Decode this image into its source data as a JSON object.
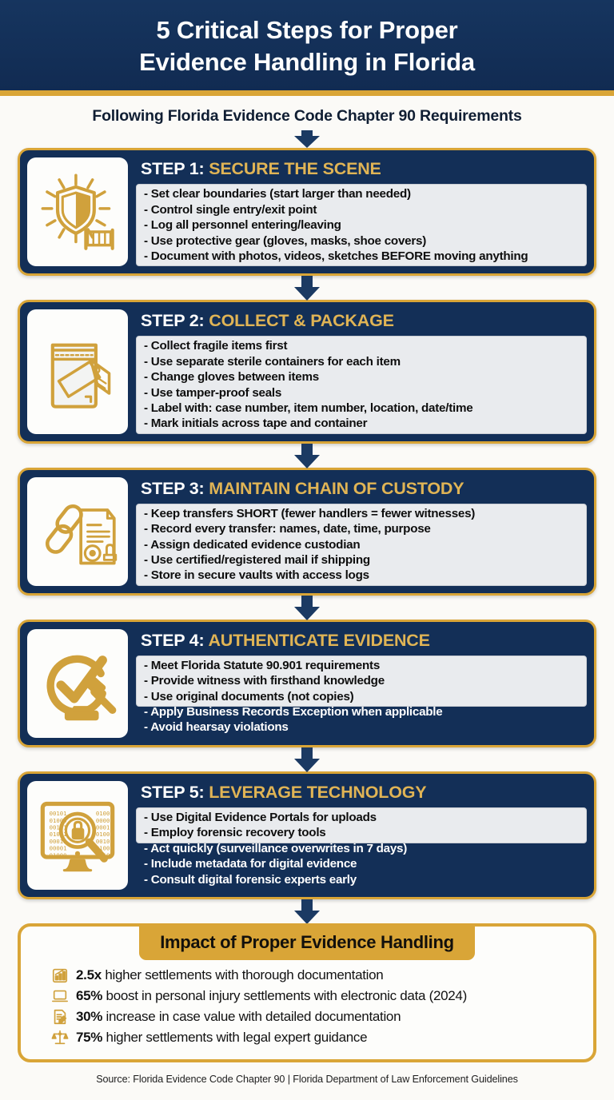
{
  "header": {
    "title_line1": "5 Critical Steps for Proper",
    "title_line2": "Evidence Handling in Florida",
    "subtitle": "Following Florida Evidence Code Chapter 90 Requirements",
    "navy": "#132f57",
    "gold": "#d9a537"
  },
  "steps": [
    {
      "label": "STEP 1:",
      "name": "SECURE THE SCENE",
      "icon": "shield-rays-barrier-icon",
      "panel_bullets": 5,
      "bullets": [
        "- Set clear boundaries (start larger than needed)",
        "- Control single entry/exit point",
        "- Log all personnel entering/leaving",
        "- Use protective gear (gloves, masks, shoe covers)",
        "- Document with photos, videos, sketches BEFORE moving anything"
      ]
    },
    {
      "label": "STEP 2:",
      "name": "COLLECT & PACKAGE",
      "icon": "evidence-bag-tag-icon",
      "panel_bullets": 6,
      "bullets": [
        "- Collect fragile items first",
        "- Use separate sterile containers for each item",
        "- Change gloves between items",
        "- Use tamper-proof seals",
        "- Label with: case number, item number, location, date/time",
        "- Mark initials across tape and container"
      ]
    },
    {
      "label": "STEP 3:",
      "name": "MAINTAIN CHAIN OF CUSTODY",
      "icon": "chain-document-stamp-icon",
      "panel_bullets": 5,
      "bullets": [
        "- Keep transfers SHORT (fewer handlers = fewer witnesses)",
        "- Record every transfer: names, date, time, purpose",
        "- Assign dedicated evidence custodian",
        "- Use certified/registered mail if shipping",
        "- Store in secure vaults with access logs"
      ]
    },
    {
      "label": "STEP 4:",
      "name": "AUTHENTICATE EVIDENCE",
      "icon": "checkmark-gavel-icon",
      "panel_bullets": 3,
      "bullets": [
        "- Meet Florida Statute 90.901 requirements",
        "- Provide witness with firsthand knowledge",
        "- Use original documents (not copies)",
        "- Apply Business Records Exception when applicable",
        "- Avoid hearsay violations"
      ]
    },
    {
      "label": "STEP 5:",
      "name": "LEVERAGE TECHNOLOGY",
      "icon": "monitor-binary-lock-magnifier-icon",
      "panel_bullets": 2,
      "bullets": [
        "- Use Digital Evidence Portals for uploads",
        "- Employ forensic recovery tools",
        "- Act quickly (surveillance overwrites in 7 days)",
        "- Include metadata for digital evidence",
        "- Consult digital forensic experts early"
      ]
    }
  ],
  "impact": {
    "title": "Impact of Proper Evidence Handling",
    "items": [
      {
        "icon": "bar-chart-icon",
        "stat": "2.5x",
        "text": " higher settlements with thorough documentation"
      },
      {
        "icon": "laptop-icon",
        "stat": "65%",
        "text": " boost in personal injury settlements with electronic data (2024)"
      },
      {
        "icon": "memo-pencil-icon",
        "stat": "30%",
        "text": " increase in case value with detailed documentation"
      },
      {
        "icon": "scales-icon",
        "stat": "75%",
        "text": " higher settlements with legal expert guidance"
      }
    ]
  },
  "footer": "Source: Florida Evidence Code Chapter 90 | Florida Department of Law Enforcement Guidelines"
}
